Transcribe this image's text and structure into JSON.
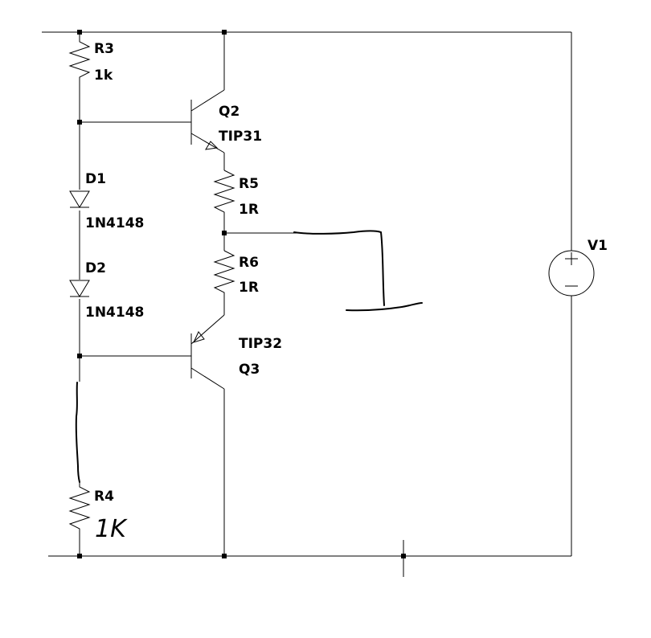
{
  "components": {
    "r3": {
      "ref": "R3",
      "value": "1k"
    },
    "q2": {
      "ref": "Q2",
      "model": "TIP31"
    },
    "d1": {
      "ref": "D1",
      "model": "1N4148"
    },
    "r5": {
      "ref": "R5",
      "value": "1R"
    },
    "d2": {
      "ref": "D2",
      "model": "1N4148"
    },
    "r6": {
      "ref": "R6",
      "value": "1R"
    },
    "q3": {
      "ref": "Q3",
      "model": "TIP32"
    },
    "r4": {
      "ref": "R4",
      "value_handwritten": "1K"
    },
    "v1": {
      "ref": "V1"
    }
  }
}
